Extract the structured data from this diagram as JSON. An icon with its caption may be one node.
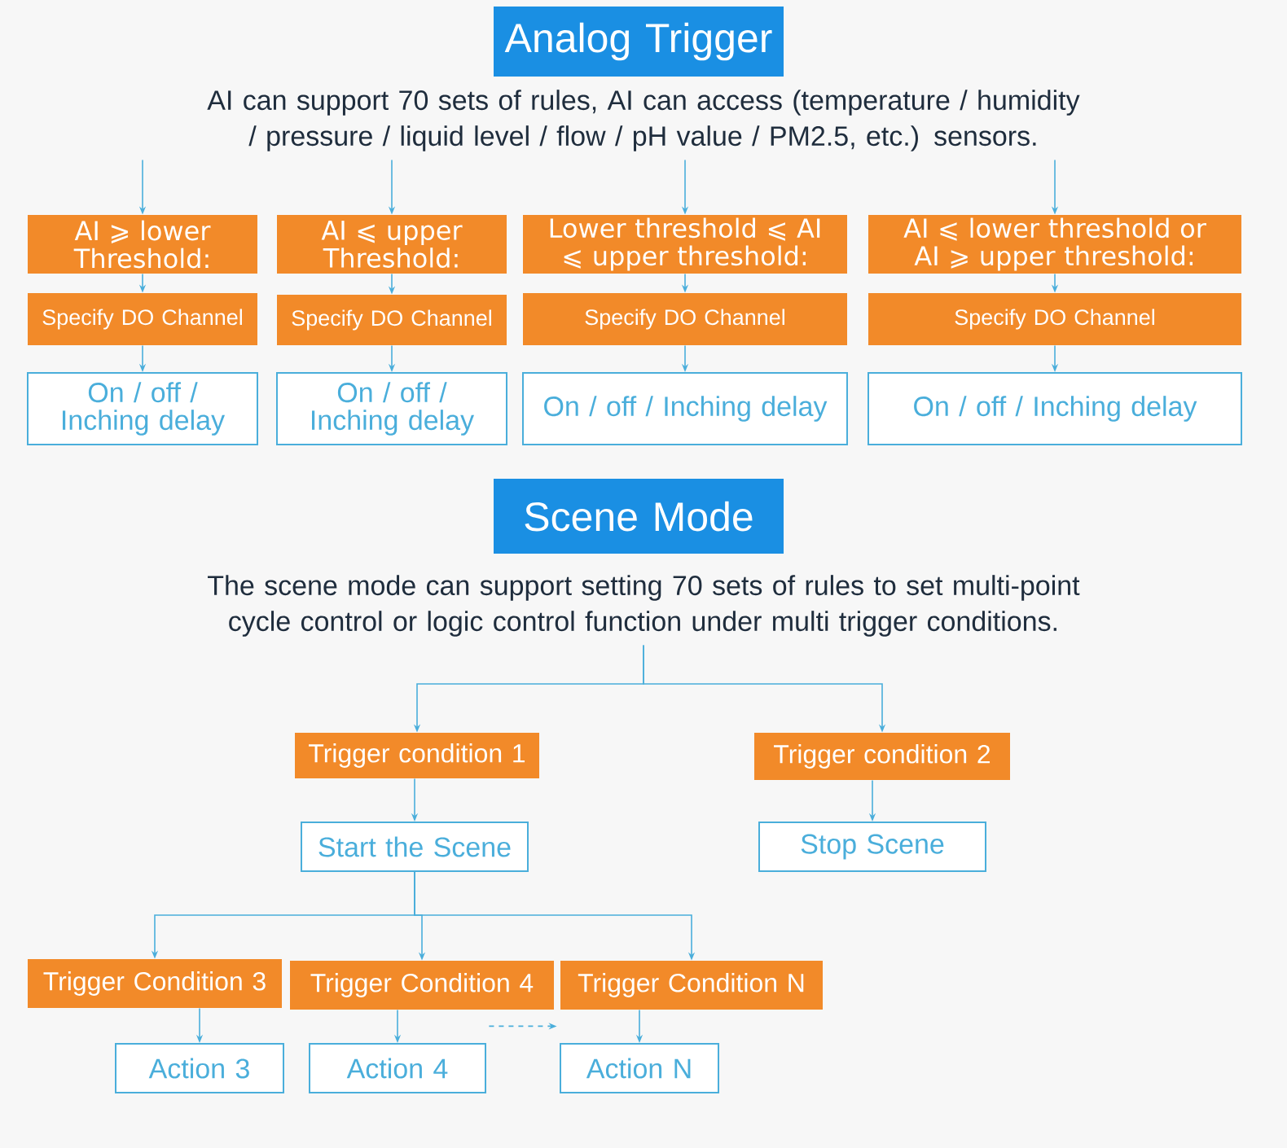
{
  "diagram": {
    "nodes": [
      {
        "text": [
          "Analog Trigger"
        ]
      },
      {
        "text": [
          "AI can support 70 sets of rules, AI can access (temperature / humidity / pressure / liquid level / flow / pH value / PM2.5, etc.) sensors."
        ]
      },
      {
        "text": [
          "AI ⩾ lower Threshold:"
        ]
      },
      {
        "text": [
          "AI ⩽ upper Threshold:"
        ]
      },
      {
        "text": [
          "Lower threshold ⩽ AI ⩽ upper threshold:"
        ]
      },
      {
        "text": [
          "AI ⩽ lower threshold or AI ⩾ upper threshold:"
        ]
      },
      {
        "text": [
          "Specify DO Channel"
        ]
      },
      {
        "text": [
          "Specify DO Channel"
        ]
      },
      {
        "text": [
          "Specify DO Channel"
        ]
      },
      {
        "text": [
          "Specify DO Channel"
        ]
      },
      {
        "text": [
          "On / off / Inching delay"
        ]
      },
      {
        "text": [
          "On / off / Inching delay"
        ]
      },
      {
        "text": [
          "On / off / Inching delay"
        ]
      },
      {
        "text": [
          "On / off / Inching delay"
        ]
      },
      {
        "text": [
          "Scene Mode"
        ]
      },
      {
        "text": [
          "The scene mode can support setting 70 sets of rules to set multi-point cycle control or logic control function under multi trigger conditions."
        ]
      },
      {
        "text": [
          "Trigger condition 1"
        ]
      },
      {
        "text": [
          "Trigger condition 2"
        ]
      },
      {
        "text": [
          "Start the Scene"
        ]
      },
      {
        "text": [
          "Stop Scene"
        ]
      },
      {
        "text": [
          "Trigger Condition 3"
        ]
      },
      {
        "text": [
          "Trigger Condition 4"
        ]
      },
      {
        "text": [
          "Trigger Condition N"
        ]
      },
      {
        "text": [
          "Action 3"
        ]
      },
      {
        "text": [
          "Action 4"
        ]
      },
      {
        "text": [
          "Action N"
        ]
      }
    ],
    "edges": [
      {
        "from": 1,
        "to": 2,
        "arrow": "to"
      },
      {
        "from": 1,
        "to": 3,
        "arrow": "to"
      },
      {
        "from": 1,
        "to": 4,
        "arrow": "to"
      },
      {
        "from": 1,
        "to": 5,
        "arrow": "to"
      },
      {
        "from": 2,
        "to": 6,
        "arrow": "to"
      },
      {
        "from": 3,
        "to": 7,
        "arrow": "to"
      },
      {
        "from": 4,
        "to": 8,
        "arrow": "to"
      },
      {
        "from": 5,
        "to": 9,
        "arrow": "to"
      },
      {
        "from": 6,
        "to": 10,
        "arrow": "to"
      },
      {
        "from": 7,
        "to": 11,
        "arrow": "to"
      },
      {
        "from": 8,
        "to": 12,
        "arrow": "to"
      },
      {
        "from": 9,
        "to": 13,
        "arrow": "to"
      },
      {
        "from": 15,
        "to": 16,
        "arrow": "to"
      },
      {
        "from": 15,
        "to": 17,
        "arrow": "to"
      },
      {
        "from": 16,
        "to": 18,
        "arrow": "to"
      },
      {
        "from": 17,
        "to": 19,
        "arrow": "to"
      },
      {
        "from": 18,
        "to": 20,
        "arrow": "to"
      },
      {
        "from": 18,
        "to": 21,
        "arrow": "to"
      },
      {
        "from": 18,
        "to": 22,
        "arrow": "to"
      },
      {
        "from": 20,
        "to": 23,
        "arrow": "to"
      },
      {
        "from": 21,
        "to": 24,
        "arrow": "to"
      },
      {
        "from": 22,
        "to": 25,
        "arrow": "to"
      },
      {
        "from": 21,
        "to": 22,
        "arrow": "to",
        "style": "dashed"
      }
    ]
  }
}
